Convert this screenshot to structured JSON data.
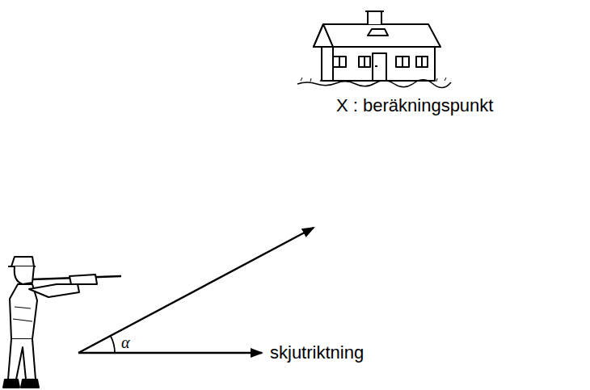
{
  "diagram": {
    "labels": [
      "X : beräkningspunkt",
      "skjutriktning",
      "α"
    ]
  }
}
